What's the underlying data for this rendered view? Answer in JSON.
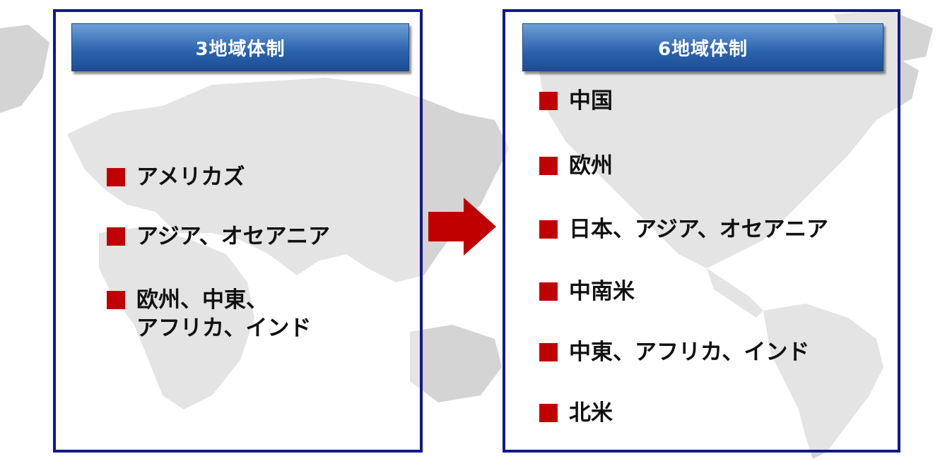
{
  "colors": {
    "panel_border": "#101a8c",
    "header_gradient_top": "#6f9fd6",
    "header_gradient_bottom": "#1d4d93",
    "bullet": "#c00000",
    "arrow": "#c00000",
    "map": "#d4d4d4"
  },
  "left_panel": {
    "title": "3地域体制",
    "items": [
      {
        "label": "アメリカズ"
      },
      {
        "label": "アジア、オセアニア"
      },
      {
        "label": "欧州、中東、\nアフリカ、インド"
      }
    ]
  },
  "right_panel": {
    "title": "6地域体制",
    "items": [
      {
        "label": "中国"
      },
      {
        "label": "欧州"
      },
      {
        "label": "日本、アジア、オセアニア"
      },
      {
        "label": "中南米"
      },
      {
        "label": "中東、アフリカ、インド"
      },
      {
        "label": "北米"
      }
    ]
  },
  "arrow": {
    "icon": "right-arrow-icon"
  }
}
